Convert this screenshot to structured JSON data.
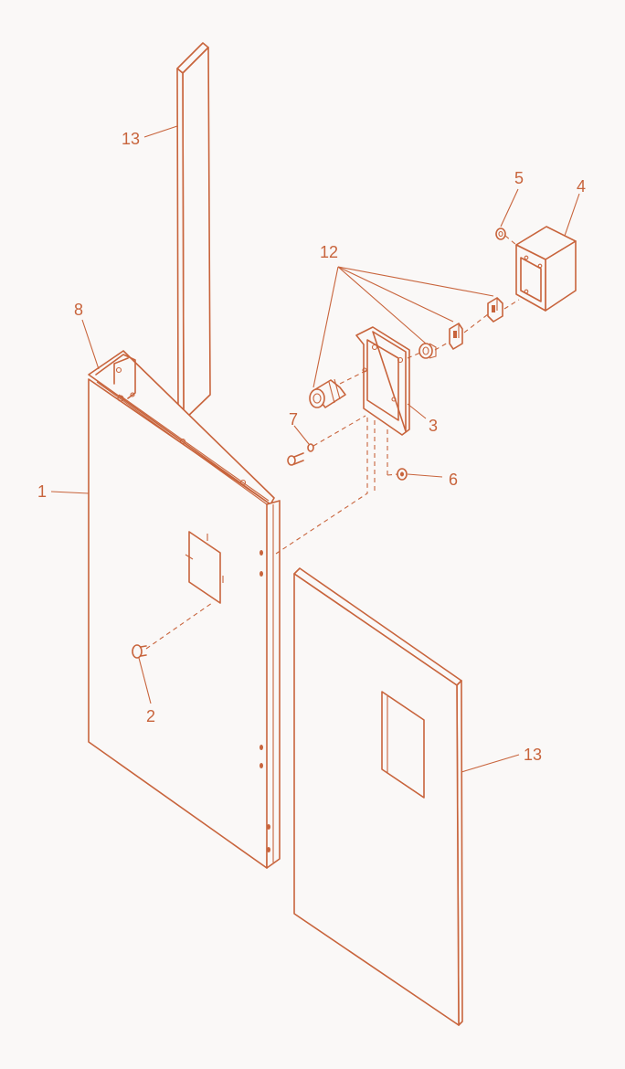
{
  "diagram": {
    "callouts": [
      {
        "id": "c13-top",
        "label": "13"
      },
      {
        "id": "c5",
        "label": "5"
      },
      {
        "id": "c4",
        "label": "4"
      },
      {
        "id": "c12",
        "label": "12"
      },
      {
        "id": "c8",
        "label": "8"
      },
      {
        "id": "c7",
        "label": "7"
      },
      {
        "id": "c3",
        "label": "3"
      },
      {
        "id": "c1",
        "label": "1"
      },
      {
        "id": "c6",
        "label": "6"
      },
      {
        "id": "c2",
        "label": "2"
      },
      {
        "id": "c13-bottom",
        "label": "13"
      }
    ],
    "colors": {
      "line": "#c8643c",
      "background": "#faf8f7"
    }
  }
}
